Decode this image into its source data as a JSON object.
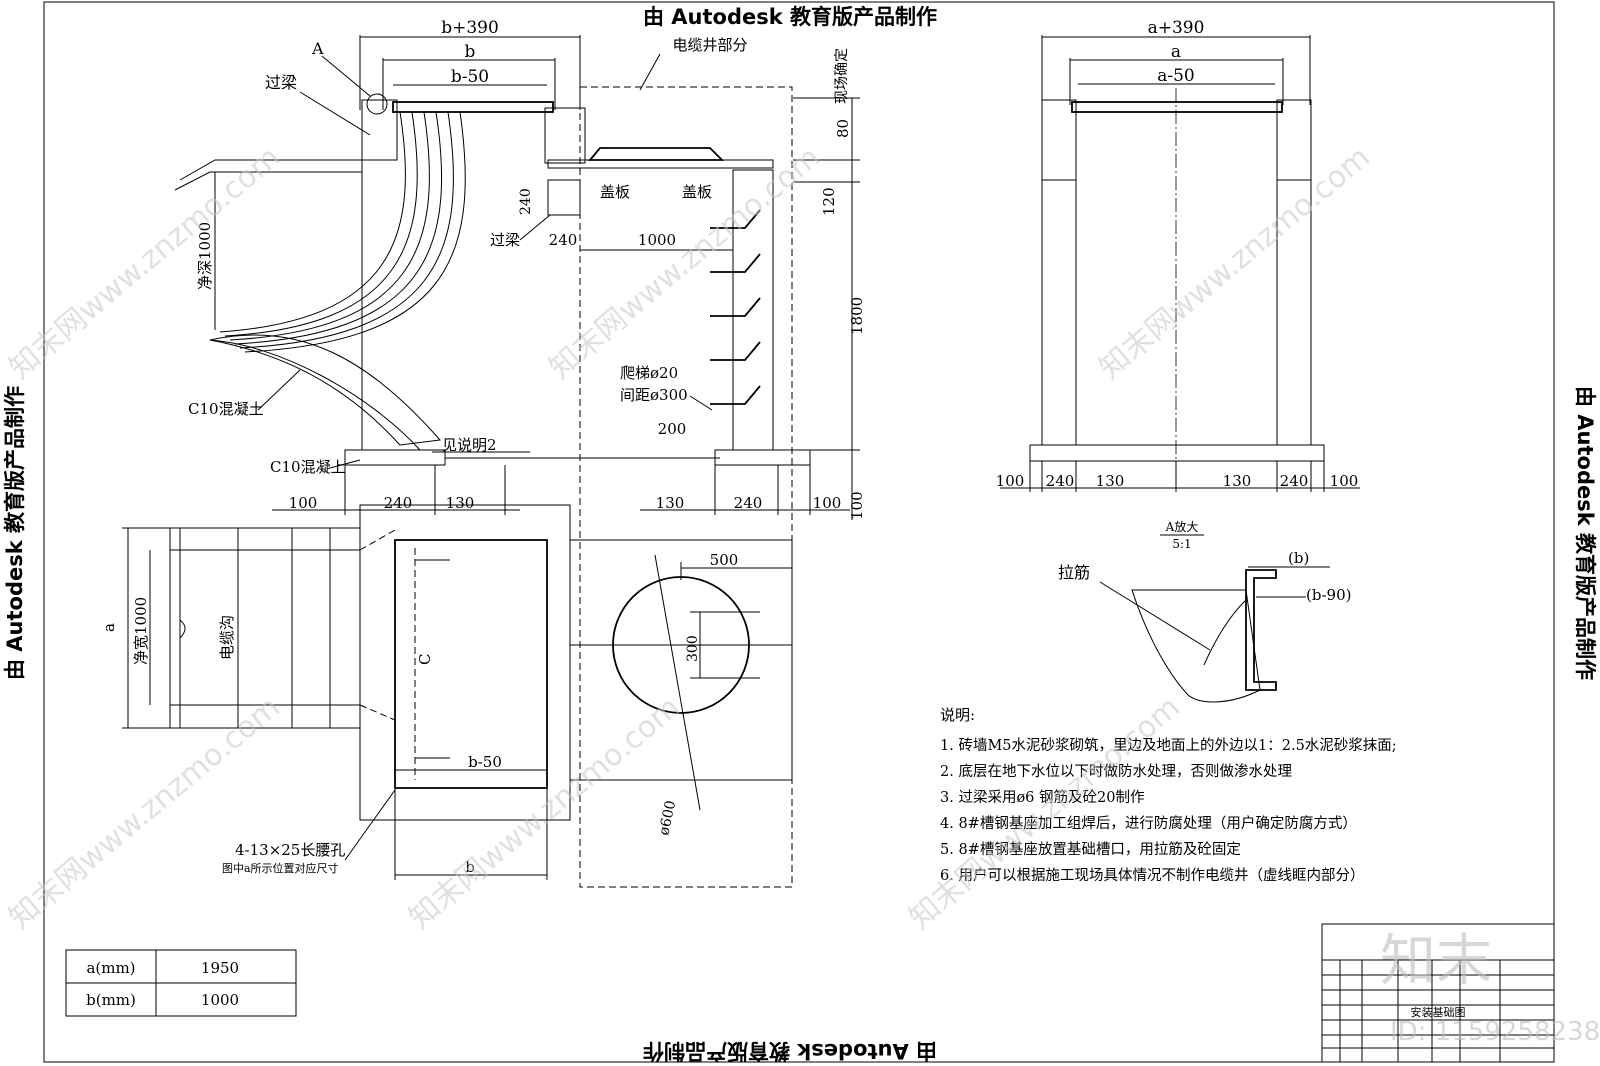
{
  "watermark": {
    "autodesk": "由 Autodesk 教育版产品制作",
    "site": "知末网www.znzmo.com",
    "logo": "知末",
    "id": "ID: 1159258238"
  },
  "section_view": {
    "top_width": "b+390",
    "width_b": "b",
    "width_b50": "b-50",
    "detail_mark": "A",
    "beam_label": "过梁",
    "beam_label_2": "过梁",
    "cable_well_part": "电缆井部分",
    "site_decided": "现场确定",
    "cover_1": "盖板",
    "cover_2": "盖板",
    "depth_label": "净深1000",
    "c10_1": "C10混凝土",
    "c10_2": "C10混凝上",
    "see_note": "见说明2",
    "ladder_1": "爬梯ø20",
    "ladder_2": "间距ø300",
    "dim_80": "80",
    "dim_120": "120",
    "dim_1800": "1800",
    "dim_100_right": "100",
    "dim_240_v": "240",
    "dim_240_h": "240",
    "dim_1000": "1000",
    "dim_200": "200",
    "bottom_dims_left": [
      "100",
      "240",
      "130"
    ],
    "bottom_dims_right": [
      "130",
      "240",
      "100"
    ]
  },
  "front_view": {
    "top": "a+390",
    "mid": "a",
    "inner": "a-50",
    "bottom_dims": [
      "100",
      "240",
      "130",
      "130",
      "240",
      "100"
    ]
  },
  "detail_a": {
    "title": "A放大",
    "scale": "5:1",
    "rebar": "拉筋",
    "dim_b": "(b)",
    "dim_b90": "(b-90)"
  },
  "plan_view": {
    "dim_a": "a",
    "clear_width": "净宽1000",
    "trench": "电缆沟",
    "dim_c": "C",
    "dim_b50": "b-50",
    "dim_b": "b",
    "dim_500": "500",
    "dim_300": "300",
    "dim_dia": "ø600",
    "holes": "4-13×25长腰孔",
    "holes_note": "图中a所示位置对应尺寸"
  },
  "notes": {
    "title": "说明:",
    "items": [
      "1. 砖墙M5水泥砂浆砌筑，里边及地面上的外边以1：2.5水泥砂浆抹面;",
      "2. 底层在地下水位以下时做防水处理，否则做渗水处理",
      "3. 过梁采用ø6 钢筋及砼20制作",
      "4. 8#槽钢基座加工组焊后，进行防腐处理（用户确定防腐方式）",
      "5. 8#槽钢基座放置基础槽口，用拉筋及砼固定",
      "6. 用户可以根据施工现场具体情况不制作电缆井（虚线眶内部分）"
    ]
  },
  "param_table": {
    "rows": [
      {
        "name": "a(mm)",
        "value": "1950"
      },
      {
        "name": "b(mm)",
        "value": "1000"
      }
    ]
  },
  "title_block": {
    "drawing_name": "安装基础图"
  }
}
